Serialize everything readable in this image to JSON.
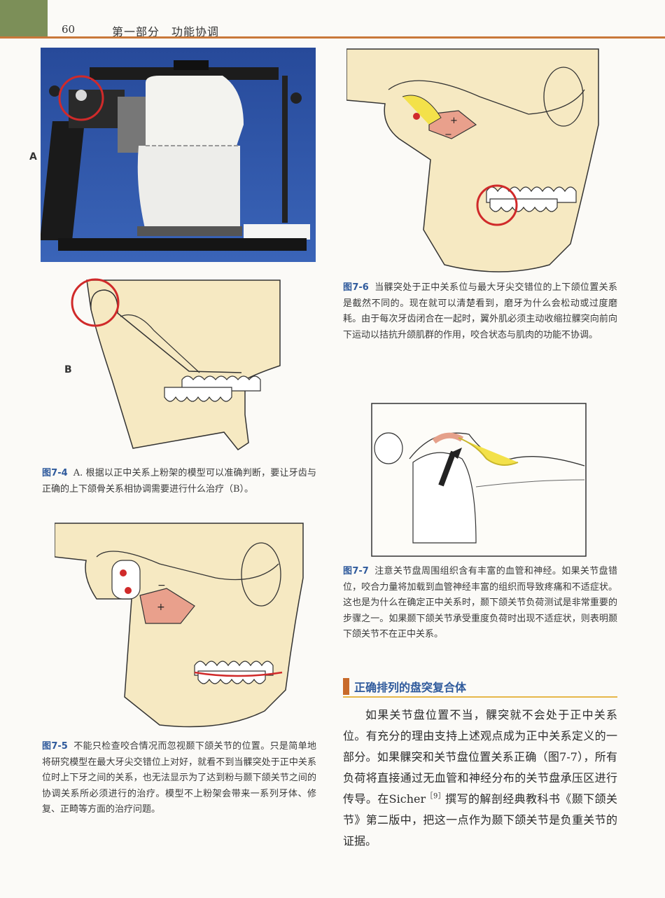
{
  "header": {
    "page_number": "60",
    "running_head": "第一部分　功能协调"
  },
  "figure_7_4": {
    "label_a": "A",
    "label_b": "B",
    "caption_num": "图7-4",
    "caption_text": "A. 根据以正中关系上粉架的模型可以准确判断，要让牙齿与正确的上下颌骨关系相协调需要进行什么治疗（B）。"
  },
  "figure_7_5": {
    "caption_num": "图7-5",
    "caption_text": "不能只检查咬合情况而忽视颞下颌关节的位置。只是简单地将研究模型在最大牙尖交错位上对好，就看不到当髁突处于正中关系位时上下牙之间的关系，也无法显示为了达到粉与颞下颌关节之间的协调关系所必须进行的治疗。模型不上粉架会带来一系列牙体、修复、正畸等方面的治疗问题。"
  },
  "figure_7_6": {
    "plus": "+",
    "minus": "−",
    "caption_num": "图7-6",
    "caption_text": "当髁突处于正中关系位与最大牙尖交错位的上下颌位置关系是截然不同的。现在就可以清楚看到，磨牙为什么会松动或过度磨耗。由于每次牙齿闭合在一起时，翼外肌必须主动收缩拉髁突向前向下运动以拮抗升颌肌群的作用，咬合状态与肌肉的功能不协调。"
  },
  "figure_7_5_marks": {
    "plus": "+",
    "minus": "−"
  },
  "figure_7_7": {
    "caption_num": "图7-7",
    "caption_text": "注意关节盘周围组织含有丰富的血管和神经。如果关节盘错位，咬合力量将加载到血管神经丰富的组织而导致疼痛和不适症状。这也是为什么在确定正中关系时，颞下颌关节负荷测试是非常重要的步骤之一。如果颞下颌关节承受重度负荷时出现不适症状，则表明颞下颌关节不在正中关系。"
  },
  "section": {
    "title": "正确排列的盘突复合体",
    "para_before": "如果关节盘位置不当，髁突就不会处于正中关系位。有充分的理由支持上述观点成为正中关系定义的一部分。如果髁突和关节盘位置关系正确（图7-7），所有负荷将直接通过无血管和神经分布的关节盘承压区进行传导。在Sicher",
    "citation": "［9］",
    "para_after": "撰写的解剖经典教科书《颞下颌关节》第二版中，把这一点作为颞下颌关节是负重关节的证据。"
  },
  "colors": {
    "header_green": "#7c8f58",
    "rule_orange": "#c9783a",
    "figure_bg": "#f6e9c2",
    "photo_blue": "#2f56a8",
    "caption_blue": "#2f5a9c",
    "marker_red": "#d02a2a",
    "disc_yellow": "#f3e14a"
  }
}
